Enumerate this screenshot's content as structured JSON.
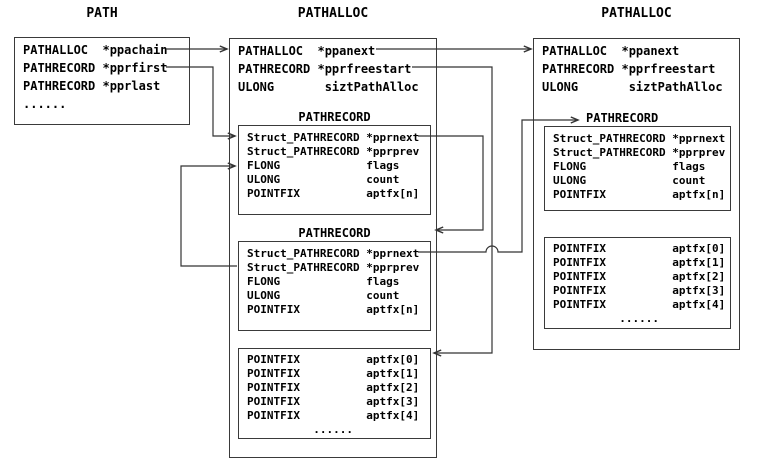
{
  "diagram": {
    "left": {
      "title": "PATH",
      "rows": [
        "PATHALLOC  *ppachain",
        "PATHRECORD *pprfirst",
        "PATHRECORD *pprlast",
        "......"
      ]
    },
    "middle": {
      "title": "PATHALLOC",
      "alloc_rows": [
        "PATHALLOC  *ppanext",
        "PATHRECORD *pprfreestart",
        "ULONG       siztPathAlloc"
      ],
      "record1": {
        "title": "PATHRECORD",
        "rows": [
          "Struct_PATHRECORD *pprnext",
          "Struct_PATHRECORD *pprprev",
          "FLONG             flags",
          "ULONG             count",
          "POINTFIX          aptfx[n]"
        ]
      },
      "record2": {
        "title": "PATHRECORD",
        "rows": [
          "Struct_PATHRECORD *pprnext",
          "Struct_PATHRECORD *pprprev",
          "FLONG             flags",
          "ULONG             count",
          "POINTFIX          aptfx[n]"
        ]
      },
      "points": {
        "rows": [
          "POINTFIX          aptfx[0]",
          "POINTFIX          aptfx[1]",
          "POINTFIX          aptfx[2]",
          "POINTFIX          aptfx[3]",
          "POINTFIX          aptfx[4]",
          "          ......"
        ]
      }
    },
    "right": {
      "title": "PATHALLOC",
      "alloc_rows": [
        "PATHALLOC  *ppanext",
        "PATHRECORD *pprfreestart",
        "ULONG       siztPathAlloc"
      ],
      "record": {
        "title": "PATHRECORD",
        "rows": [
          "Struct_PATHRECORD *pprnext",
          "Struct_PATHRECORD *pprprev",
          "FLONG             flags",
          "ULONG             count",
          "POINTFIX          aptfx[n]"
        ]
      },
      "points": {
        "rows": [
          "POINTFIX          aptfx[0]",
          "POINTFIX          aptfx[1]",
          "POINTFIX          aptfx[2]",
          "POINTFIX          aptfx[3]",
          "POINTFIX          aptfx[4]",
          "          ......"
        ]
      }
    },
    "colors": {
      "line": "#333333",
      "text": "#000000",
      "background": "#ffffff"
    }
  }
}
